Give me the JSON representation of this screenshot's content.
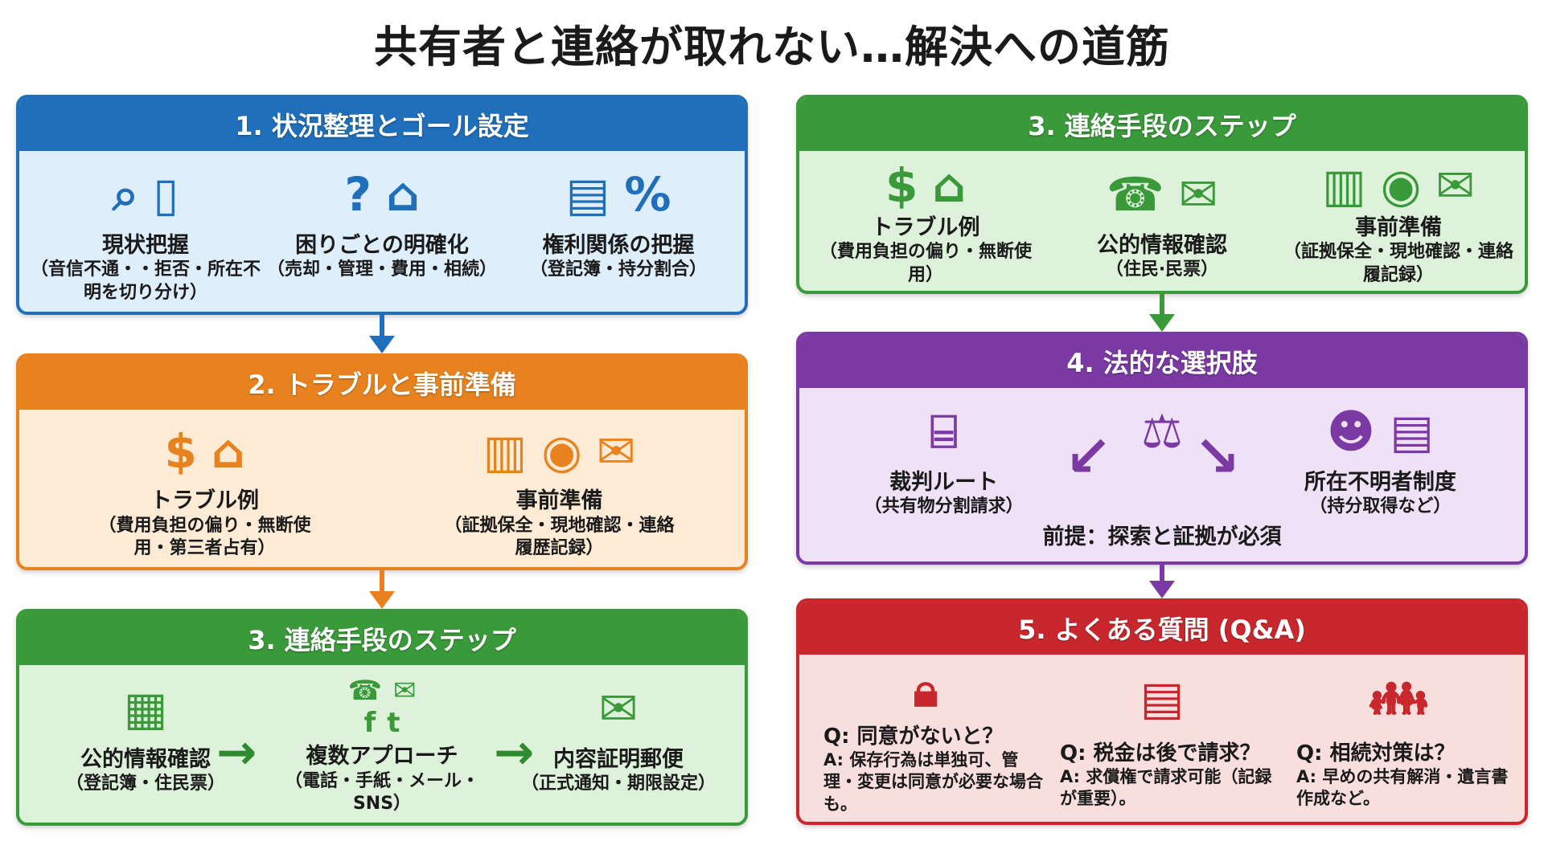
{
  "title": "共有者と連絡が取れない…解決への道筋",
  "colors": {
    "blue": "#1f6fba",
    "orange": "#e8821e",
    "green": "#3a9a3a",
    "purple": "#7b3aa3",
    "red": "#c8282d"
  },
  "sections": [
    {
      "id": "s1",
      "header": "1. 状況整理とゴール設定",
      "items": [
        {
          "icons": [
            "search-icon",
            "smartphone-icon"
          ],
          "main": "現状把握",
          "sub": "（音信不通・・拒否・所在不明を切り分け）"
        },
        {
          "icons": [
            "question-icon",
            "house-icon"
          ],
          "main": "困りごとの明確化",
          "sub": "（売却・管理・費用・相続）"
        },
        {
          "icons": [
            "document-icon",
            "percent-badge-icon"
          ],
          "main": "権利関係の把握",
          "sub": "（登記簿・持分割合）"
        }
      ]
    },
    {
      "id": "s2",
      "header": "2. トラブルと事前準備",
      "items": [
        {
          "icons": [
            "money-bag-icon",
            "cracked-house-icon"
          ],
          "main": "トラブル例",
          "sub": "（費用負担の偏り・無断使用・第三者占有）"
        },
        {
          "icons": [
            "notebook-icon",
            "camera-icon",
            "envelope-icon"
          ],
          "main": "事前準備",
          "sub": "（証拠保全・現地確認・連絡履歴記録）"
        }
      ]
    },
    {
      "id": "s3",
      "header": "3. 連絡手段のステップ",
      "items": [
        {
          "icons": [
            "building-icon"
          ],
          "main": "公的情報確認",
          "sub": "（登記簿・住民票）"
        },
        {
          "icons": [
            "phone-icon",
            "envelope-icon",
            "facebook-icon",
            "twitter-icon"
          ],
          "main": "複数アプローチ",
          "sub": "（電話・手紙・メール・SNS）"
        },
        {
          "icons": [
            "certified-mail-icon"
          ],
          "main": "内容証明郵便",
          "sub": "（正式通知・期限設定）"
        }
      ]
    },
    {
      "id": "s3r",
      "header": "3. 連絡手段のステップ",
      "items": [
        {
          "icons": [
            "money-bag-icon",
            "cracked-house-icon"
          ],
          "main": "トラブル例",
          "sub": "（費用負担の偏り・無断使用）"
        },
        {
          "icons": [
            "phone-icon",
            "envelope-icon"
          ],
          "main": "公的情報確認",
          "sub": "（住民·民票）"
        },
        {
          "icons": [
            "notebook-icon",
            "camera-icon",
            "open-letter-icon"
          ],
          "main": "事前準備",
          "sub": "（証拠保全・現地確認・連絡履記録）"
        }
      ]
    },
    {
      "id": "s4",
      "header": "4. 法的な選択肢",
      "items": [
        {
          "icons": [
            "courthouse-icon"
          ],
          "main": "裁判ルート",
          "sub": "（共有物分割請求）"
        },
        {
          "icons": [
            "scales-icon"
          ],
          "main": "",
          "sub": ""
        },
        {
          "icons": [
            "person-question-icon",
            "document-icon"
          ],
          "main": "所在不明者制度",
          "sub": "（持分取得など）"
        }
      ],
      "note": "前提：探索と証拠が必須"
    },
    {
      "id": "s5",
      "header": "5. よくある質問 (Q&A)",
      "qa": [
        {
          "icon": "lock-icon",
          "q": "Q: 同意がないと？",
          "a": "A:  保存行為は単独可、管理・変更は同意が必要な場合も。"
        },
        {
          "icon": "tax-icon",
          "q": "Q: 税金は後で請求？",
          "a": "A:  求償権で請求可能（記録が重要）。"
        },
        {
          "icon": "family-icon",
          "q": "Q: 相続対策は？",
          "a": "A: 早めの共有解消・遺言書作成など。"
        }
      ]
    }
  ]
}
